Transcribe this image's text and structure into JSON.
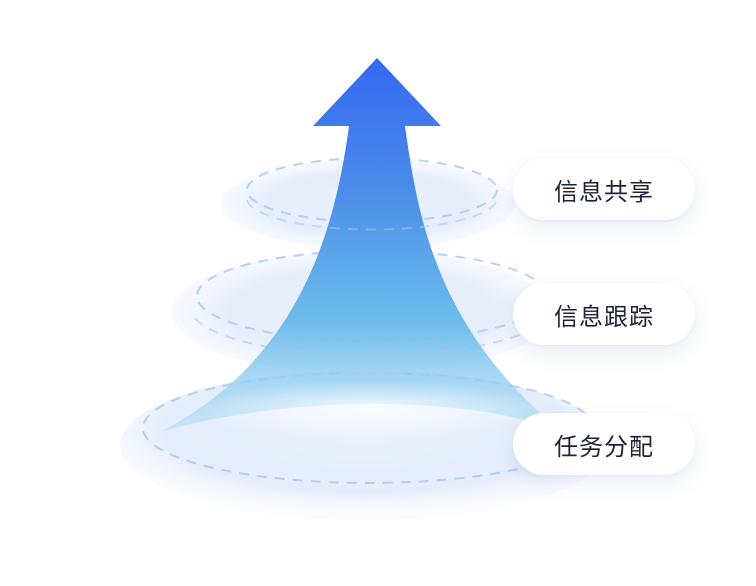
{
  "diagram": {
    "labels": [
      {
        "text": "信息共享"
      },
      {
        "text": "信息跟踪"
      },
      {
        "text": "任务分配"
      }
    ],
    "colors": {
      "arrow_top": "#3a6cf0",
      "arrow_bottom": "#7ec6ef",
      "disc_fill": "#dfeafc",
      "dash": "#a9c2f2",
      "label_text": "#1c2436"
    }
  }
}
